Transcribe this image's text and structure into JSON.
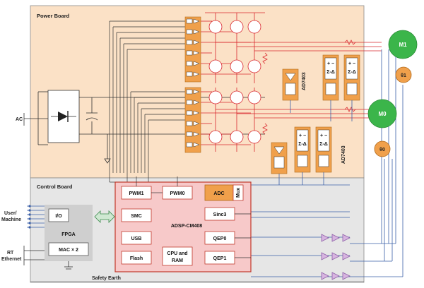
{
  "labels": {
    "power_board": "Power Board",
    "control_board": "Control Board",
    "ac": "AC",
    "user_machine_1": "User/",
    "user_machine_2": "Machine",
    "rt_ethernet_1": "RT",
    "rt_ethernet_2": "Ethernet",
    "safety_earth": "Safety Earth",
    "fpga": "FPGA",
    "io": "I/O",
    "mac": "MAC × 2",
    "ad7403_top": "AD7403",
    "ad7403_bottom": "AD7403",
    "processor": "ADSP-CM408",
    "sigma_delta": "Σ-Δ",
    "pm": "+ −"
  },
  "processor_blocks": {
    "pwm1": "PWM1",
    "pwm0": "PWM0",
    "adc": "ADC",
    "mux": "Mux",
    "smc": "SMC",
    "sinc3": "Sinc3",
    "usb": "USB",
    "qep0": "QEP0",
    "flash": "Flash",
    "cpu_ram_1": "CPU and",
    "cpu_ram_2": "RAM",
    "qep1": "QEP1"
  },
  "motors": {
    "m1": "M1",
    "m0": "M0",
    "theta1": "θ1",
    "theta0": "θ0"
  },
  "colors": {
    "power_board_bg": "#fbe1c6",
    "control_board_bg": "#e6e6e6",
    "processor_bg": "#f7c9c9",
    "processor_border": "#c0392b",
    "orange": "#f0a04b",
    "green": "#3bb54a",
    "red_wire": "#d9272e",
    "blue_wire": "#3a5fa8",
    "purple": "#8e5fa8"
  }
}
